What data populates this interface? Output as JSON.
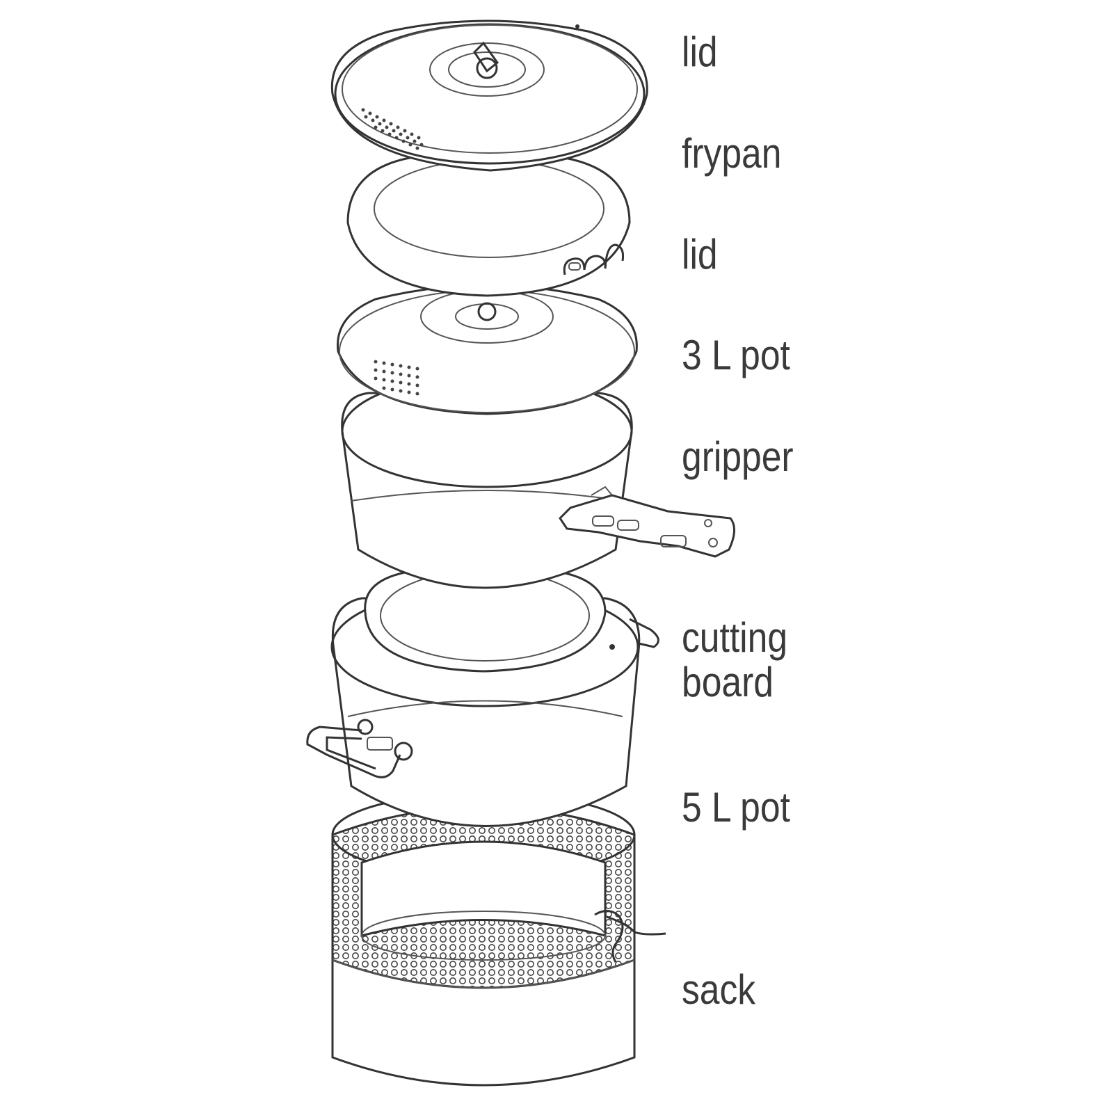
{
  "labels": {
    "lid_top": "lid",
    "frypan": "frypan",
    "lid_middle": "lid",
    "pot_3l": "3 L pot",
    "gripper": "gripper",
    "cutting_board_line1": "cutting",
    "cutting_board_line2": "board",
    "pot_5l": "5 L pot",
    "sack": "sack"
  },
  "colors": {
    "line": "#333333",
    "text": "#3a3a3a",
    "background": "#ffffff"
  }
}
